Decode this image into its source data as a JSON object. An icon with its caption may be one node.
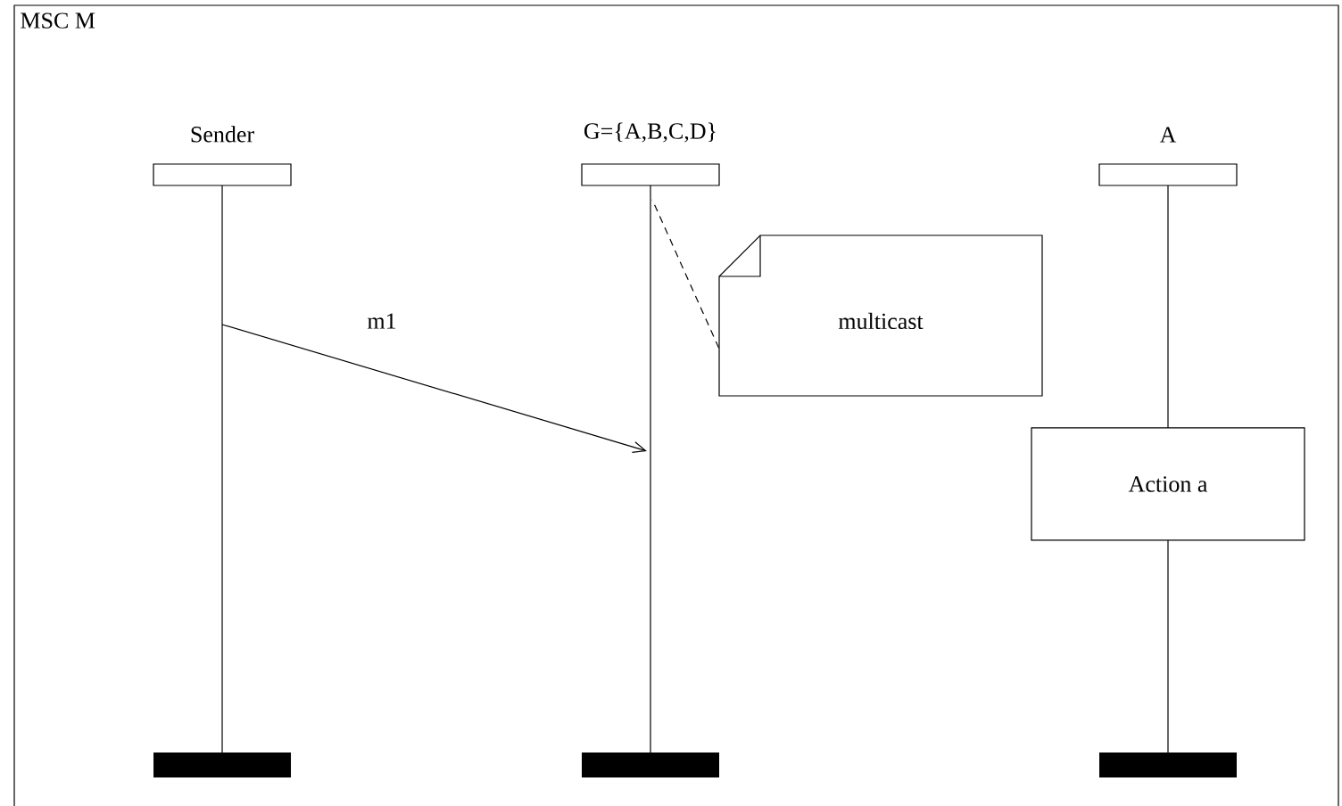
{
  "diagram": {
    "nodes": [
      {
        "text": [
          "MSC M"
        ]
      },
      {
        "text": [
          "Sender"
        ],
        "in": 0
      },
      {
        "text": [
          "G={A,B,C,D}"
        ],
        "in": 0
      },
      {
        "text": [
          "A"
        ],
        "in": 0
      },
      {
        "text": [
          "multicast"
        ],
        "in": 0
      },
      {
        "text": [
          "Action a"
        ],
        "in": 0
      }
    ],
    "edges": [
      {
        "from": 1,
        "to": 2,
        "arrow": "to",
        "label": "m1"
      },
      {
        "from": 4,
        "to": 2,
        "arrow": "none",
        "style": "dashed"
      }
    ]
  }
}
